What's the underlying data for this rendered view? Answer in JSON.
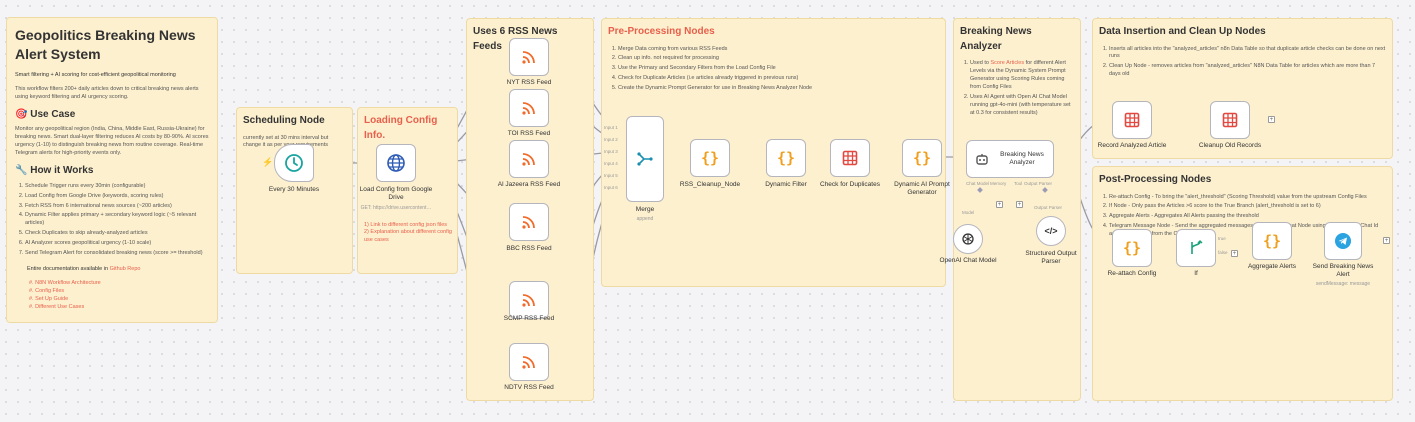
{
  "notes": {
    "main": {
      "title": "Geopolitics Breaking News Alert System",
      "tagline": "Smart filtering + AI scoring for cost-efficient geopolitical monitoring",
      "intro": "This workflow filters 200+ daily articles down to critical breaking news alerts using keyword filtering and AI urgency scoring.",
      "usecase_heading": "🎯 Use Case",
      "usecase_text": "Monitor any geopolitical region (India, China, Middle East, Russia-Ukraine) for breaking news. Smart dual-layer filtering reduces AI costs by 80-90%. AI scores urgency (1-10) to distinguish breaking news from routine coverage. Real-time Telegram alerts for high-priority events only.",
      "how_heading": "🔧 How it Works",
      "steps": [
        "Schedule Trigger runs every 30min (configurable)",
        "Load Config from Google Drive (keywords, scoring rules)",
        "Fetch RSS from 6 international news sources (~200 articles)",
        "Dynamic Filter applies primary + secondary keyword logic (~5 relevant articles)",
        "Check Duplicates to skip already-analyzed articles",
        "AI Analyzer scores geopolitical urgency (1-10 scale)",
        "Send Telegram Alert for consolidated breaking news (score >= threshold)"
      ],
      "docs_prefix": "Entire documentation available in ",
      "docs_link": "Github Repo",
      "doc_links": [
        "#. N8N Workflow Architecture",
        "#. Config Files",
        "#. Set Up Guide",
        "#. Different Use Cases"
      ]
    },
    "scheduling": {
      "title": "Scheduling Node",
      "text": "currently set at 30 mins interval but change it as per your requirements"
    },
    "config": {
      "title": "Loading Config Info.",
      "link1": "1) Link to different config json files",
      "link2": "2) Explanation about different config use cases"
    },
    "rss": {
      "title": "Uses 6 RSS News Feeds"
    },
    "preproc": {
      "title": "Pre-Processing Nodes",
      "steps": [
        "Merge Data coming from various RSS Feeds",
        "Clean up info. not required for processing",
        "Use the Primary and Secondary Filters from the Load Config File",
        "Check for Duplicate Articles (i.e articles already triggered in previous runs)",
        "Create the Dynamic Prompt Generator for use in Breaking News Analyzer Node"
      ]
    },
    "analyzer": {
      "title": "Breaking News Analyzer",
      "step1_pre": "Used to ",
      "step1_red": "Score Articles",
      "step1_post": " for different Alert Levels via the Dynamic System Prompt Generator using Scoring Rules coming from Config Files",
      "step2": "Uses AI Agent with Open AI Chat Model running gpt-4o-mini (with temperature set at 0.3 for consistent results)"
    },
    "insertion": {
      "title": "Data Insertion and Clean Up Nodes",
      "steps": [
        "Inserts all articles into the \"analyzed_articles\" n8n Data Table so that duplicate article checks can be done on next runs",
        "Clean Up Node - removes articles from \"analyzed_articles\" N8N Data Table for articles which are more than 7 days old"
      ]
    },
    "postproc": {
      "title": "Post-Processing Nodes",
      "steps": [
        "Re-attach Config - To bring the \"alert_threshold\" (Scoring Threshold) value from the upstream Config Files",
        "If Node - Only pass the Articles >6 score to the True Branch (alert_threshold is set to 6)",
        "Aggregate Alerts - Aggregates All Alerts passing the threshold",
        "Telegram Message Node - Send the aggregated messages to Telegram Chat Node using the Telegram Chat Id again referenced from the Config Files"
      ]
    }
  },
  "nodes": {
    "schedule": "Every 30 Minutes",
    "load_config": "Load Config from Google Drive",
    "load_config_sub": "GET: https://drive.usercontent…",
    "rss_feeds": [
      "NYT RSS Feed",
      "TOI RSS Feed",
      "Al Jazeera RSS Feed",
      "BBC RSS Feed",
      "SCMP RSS Feed",
      "NDTV RSS Feed"
    ],
    "merge": "Merge",
    "merge_sub": "append",
    "merge_inputs": [
      "Input 1",
      "Input 2",
      "Input 3",
      "Input 4",
      "Input 5",
      "Input 6"
    ],
    "cleanup": "RSS_Cleanup_Node",
    "dynamic_filter": "Dynamic Filter",
    "check_dup": "Check for Duplicates",
    "prompt_gen": "Dynamic AI Prompt Generator",
    "analyzer": "Breaking News Analyzer",
    "analyzer_ports": [
      "Chat Model",
      "Memory",
      "Tool",
      "Output Parser"
    ],
    "openai": "OpenAI Chat Model",
    "openai_port": "Model",
    "parser": "Structured Output Parser",
    "parser_port": "Output Parser",
    "record": "Record Analyzed Article",
    "cleanup_old": "Cleanup Old Records",
    "reattach": "Re-attach Config",
    "if_node": "If",
    "if_true": "true",
    "if_false": "false",
    "aggregate": "Aggregate Alerts",
    "telegram": "Send Breaking News Alert",
    "telegram_sub": "sendMessage: message"
  },
  "colors": {
    "note_bg": "#fdf0cf",
    "accent_red": "#e8604c",
    "rss_orange": "#f26b2a",
    "code_orange": "#f0a020",
    "table_red": "#e2483f",
    "http_blue": "#2d5bb5",
    "telegram_blue": "#2aa3e0",
    "schedule_teal": "#1aa3a0",
    "merge_teal": "#1a8fb0"
  }
}
